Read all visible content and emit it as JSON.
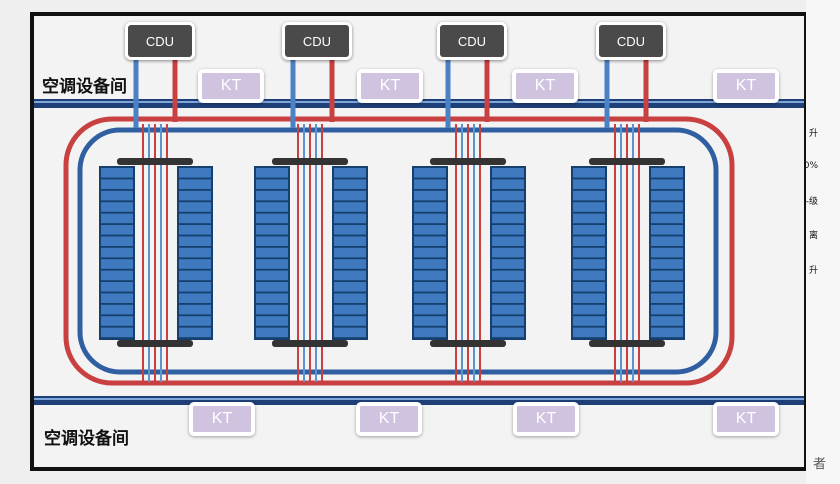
{
  "rooms": {
    "top_label": "空调设备间",
    "bottom_label": "空调设备间"
  },
  "cdu_units": [
    "CDU",
    "CDU",
    "CDU",
    "CDU"
  ],
  "kt_top": [
    "KT",
    "KT",
    "KT",
    "KT"
  ],
  "kt_bottom": [
    "KT",
    "KT",
    "KT",
    "KT"
  ],
  "side_fragments": [
    "升",
    "0%",
    "-级",
    "离",
    "升"
  ],
  "corner_text": "者",
  "colors": {
    "supply": "#c94040",
    "return": "#2f5fa0",
    "rack": "#3f7ac0",
    "rack_border": "#173f6e",
    "frame": "#111111"
  }
}
